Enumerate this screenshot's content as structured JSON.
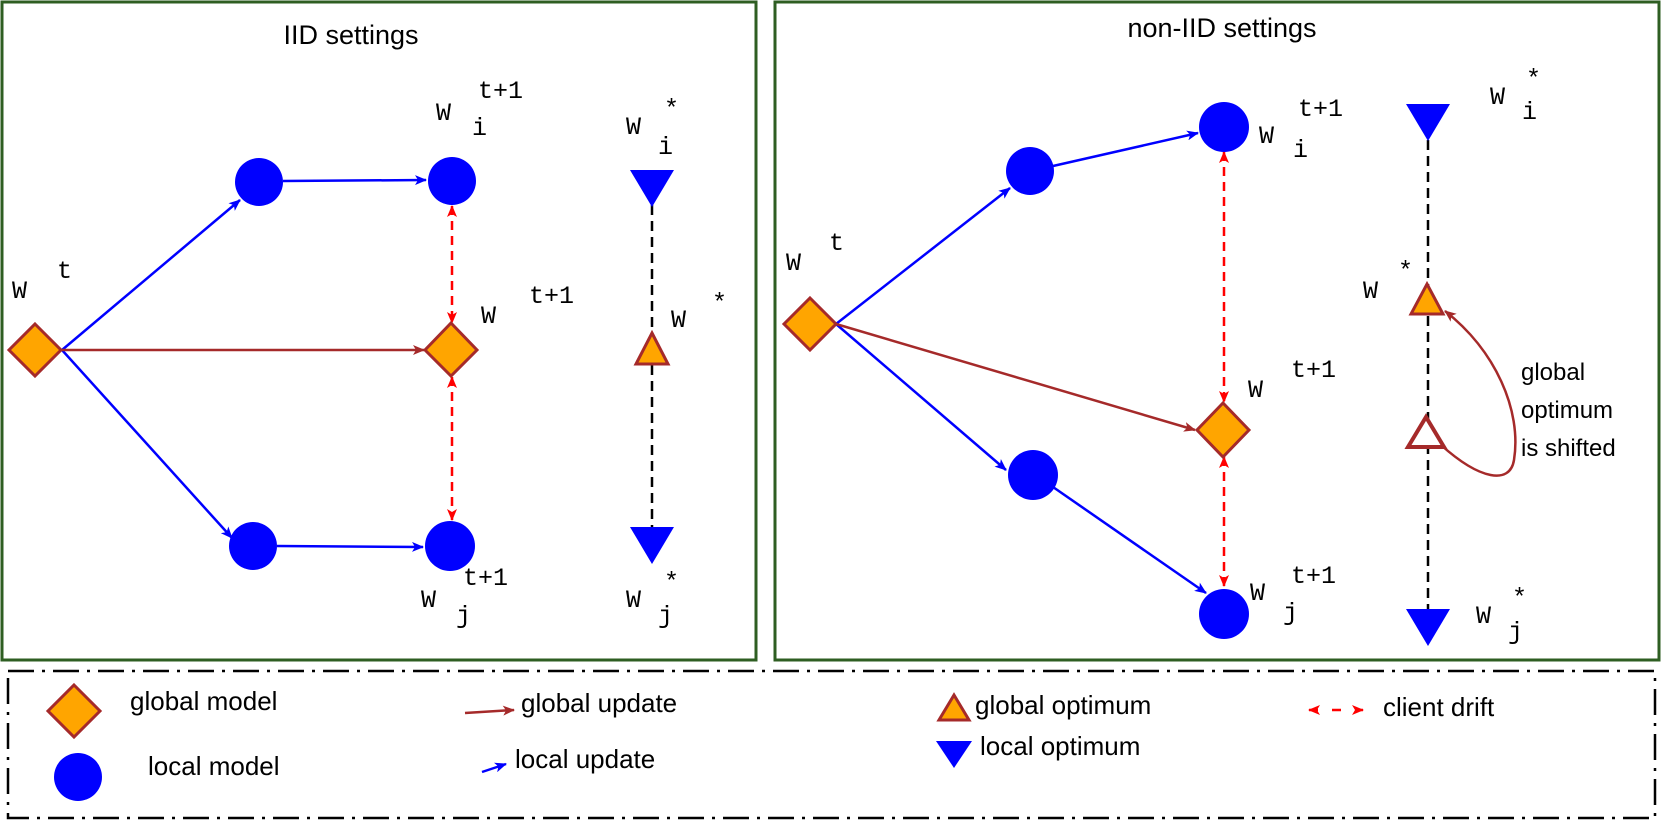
{
  "panels": {
    "iid": {
      "title": "IID settings",
      "labels": {
        "wt": {
          "main": "W",
          "sup": "t"
        },
        "wi_t1": {
          "main": "W",
          "sup": "t+1",
          "sub": "i"
        },
        "w_t1": {
          "main": "W",
          "sup": "t+1"
        },
        "wj_t1": {
          "main": "W",
          "sup": "t+1",
          "sub": "j"
        },
        "wi_star": {
          "main": "W",
          "sup": "*",
          "sub": "i"
        },
        "w_star": {
          "main": "W",
          "sup": "*"
        },
        "wj_star": {
          "main": "W",
          "sup": "*",
          "sub": "j"
        }
      }
    },
    "noniid": {
      "title": "non-IID settings",
      "labels": {
        "wt": {
          "main": "W",
          "sup": "t"
        },
        "wi_t1": {
          "main": "W",
          "sup": "t+1",
          "sub": "i"
        },
        "w_t1": {
          "main": "W",
          "sup": "t+1"
        },
        "wj_t1": {
          "main": "W",
          "sup": "t+1",
          "sub": "j"
        },
        "wi_star": {
          "main": "W",
          "sup": "*",
          "sub": "i"
        },
        "w_star": {
          "main": "W",
          "sup": "*"
        },
        "wj_star": {
          "main": "W",
          "sup": "*",
          "sub": "j"
        }
      },
      "annotation": [
        "global",
        "optimum",
        "is shifted"
      ]
    }
  },
  "legend": {
    "global_model": "global model",
    "local_model": "local model",
    "global_update": "global update",
    "local_update": "local update",
    "global_optimum": "global optimum",
    "local_optimum": "local optimum",
    "client_drift": "client drift"
  },
  "colors": {
    "panel_border": "#2e5e22",
    "global_model_fill": "#ffa500",
    "global_model_stroke": "#a52a2a",
    "local_model": "#0000ff",
    "global_update": "#a52a2a",
    "local_update": "#0000ff",
    "client_drift": "#ff0000",
    "local_optimum": "#0000ff",
    "global_optimum_fill": "#ffa500",
    "global_optimum_stroke": "#a52a2a",
    "shifted_optimum_fill": "#ffffff"
  },
  "icons": {
    "global_model": "orange-diamond",
    "local_model": "blue-circle",
    "global_optimum": "orange-triangle-up",
    "local_optimum": "blue-triangle-down",
    "shifted_optimum": "hollow-triangle-up"
  }
}
